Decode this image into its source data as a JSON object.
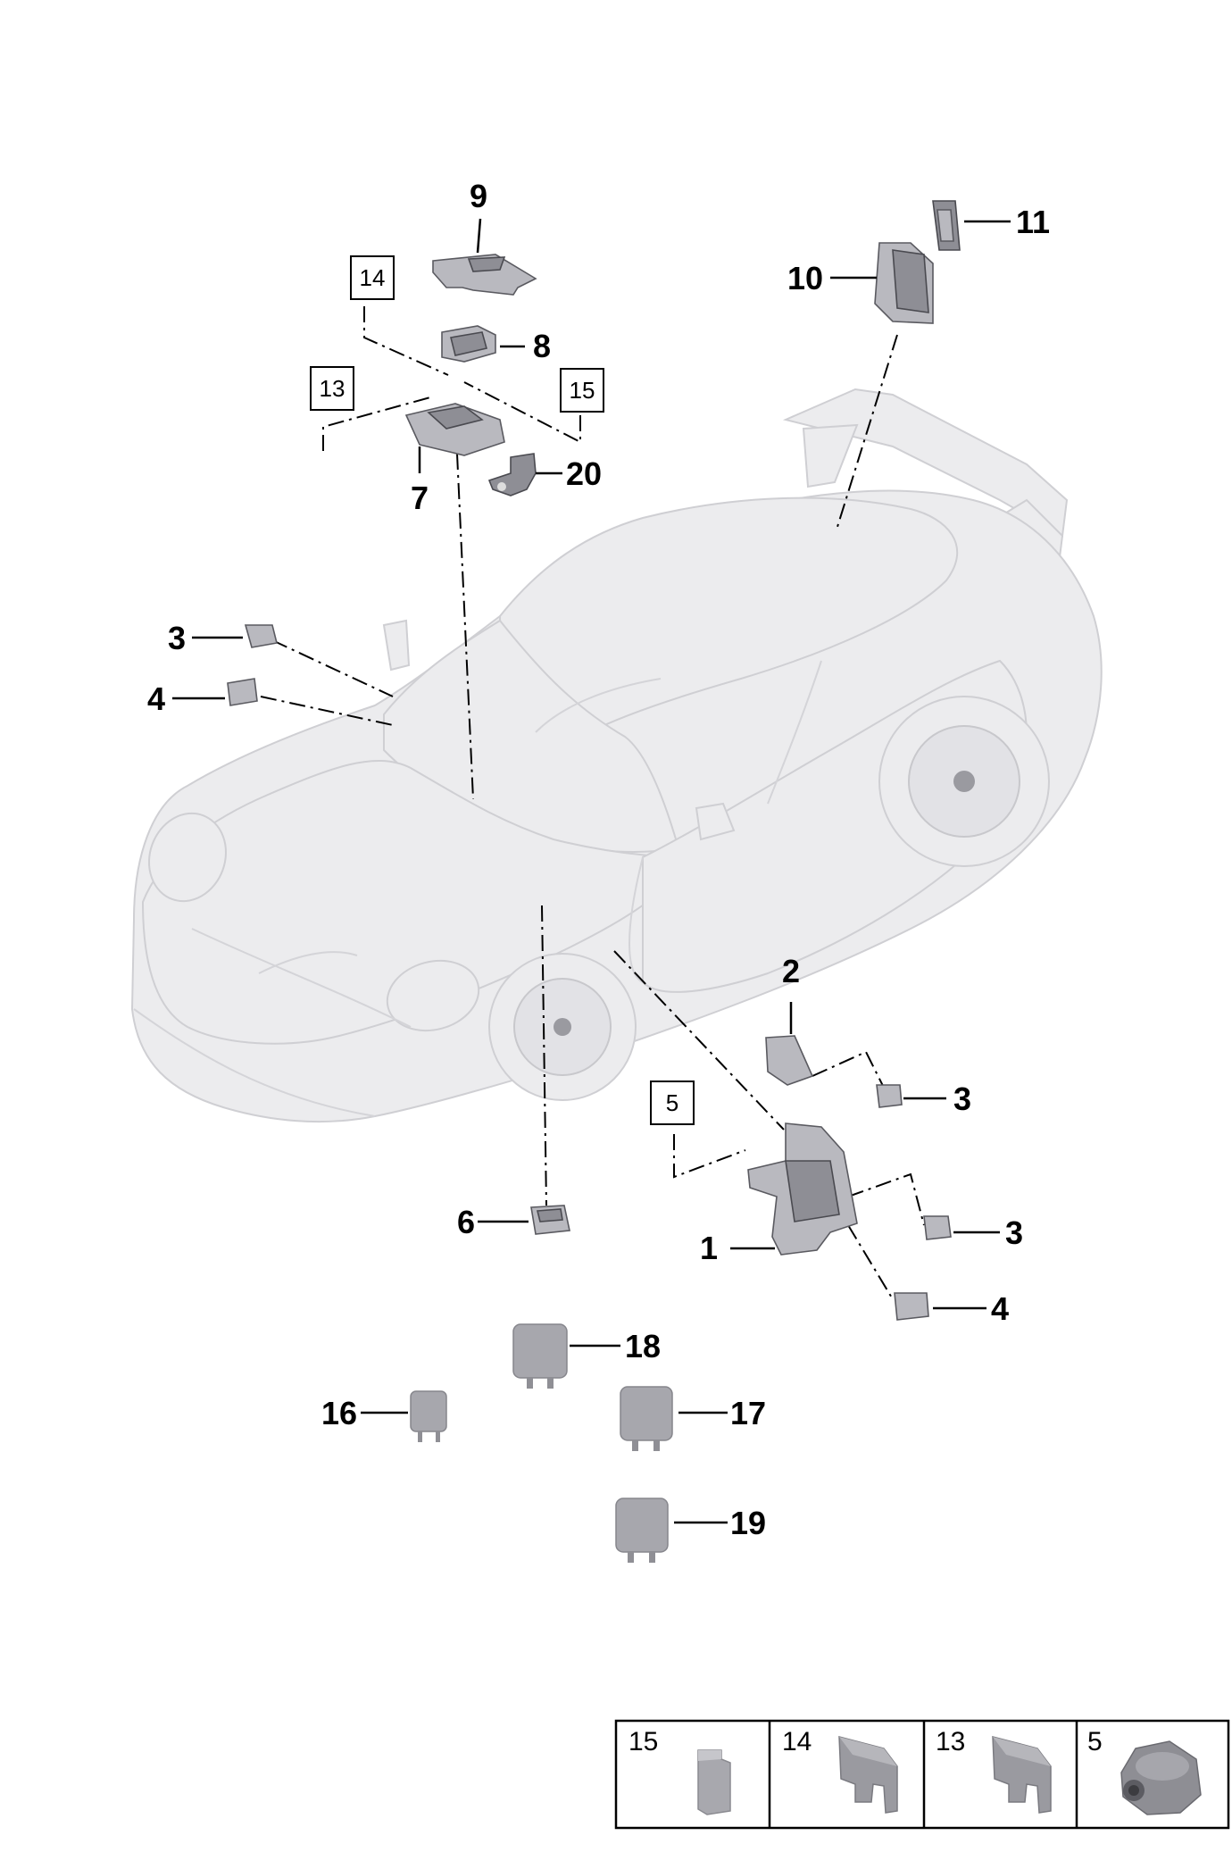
{
  "callouts": {
    "c1": "1",
    "c2": "2",
    "c3a": "3",
    "c3b": "3",
    "c3c": "3",
    "c4a": "4",
    "c4b": "4",
    "c6": "6",
    "c7": "7",
    "c8": "8",
    "c9": "9",
    "c10": "10",
    "c11": "11",
    "c16": "16",
    "c17": "17",
    "c18": "18",
    "c19": "19",
    "c20": "20"
  },
  "boxed_refs": {
    "b14": "14",
    "b13": "13",
    "b15": "15",
    "b5": "5"
  },
  "legend": [
    {
      "label": "15",
      "icon": "fuse-mini-icon"
    },
    {
      "label": "14",
      "icon": "fuse-blade-icon"
    },
    {
      "label": "13",
      "icon": "fuse-blade-icon"
    },
    {
      "label": "5",
      "icon": "nut-icon"
    }
  ]
}
